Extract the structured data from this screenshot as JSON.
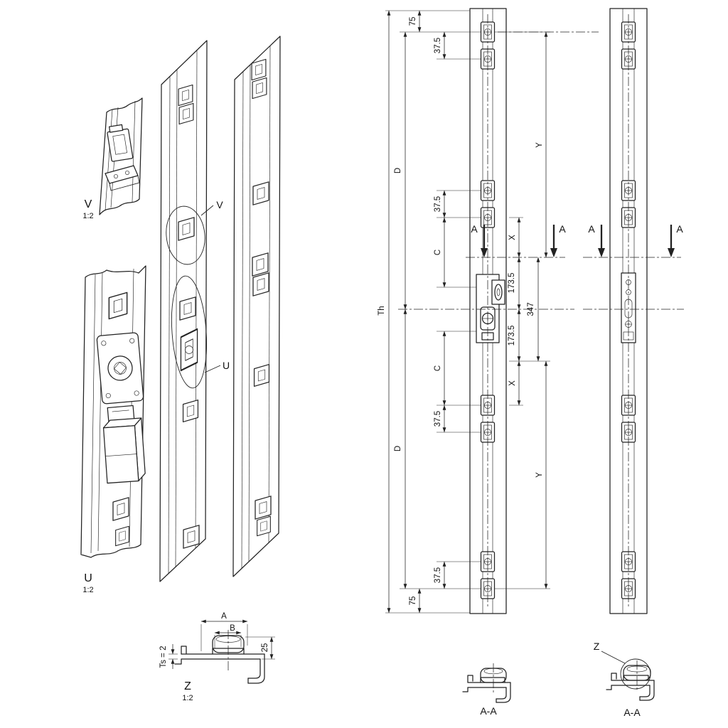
{
  "drawing": {
    "callouts": {
      "v": "V",
      "u": "U",
      "z": "Z"
    },
    "views": {
      "detail_v": {
        "label": "V",
        "scale": "1:2"
      },
      "detail_u": {
        "label": "U",
        "scale": "1:2"
      },
      "detail_z": {
        "label": "Z",
        "scale": "1:2"
      },
      "section_left": {
        "label": "A-A"
      },
      "section_right": {
        "label": "A-A"
      }
    },
    "section_arrow_label": "A",
    "dims": {
      "total_height": "Th",
      "edge_offset_top": "75",
      "edge_offset_bottom": "75",
      "screw_spacing_1": "37.5",
      "screw_spacing_2": "37.5",
      "screw_spacing_3": "37.5",
      "screw_spacing_4": "37.5",
      "d_upper": "D",
      "d_lower": "D",
      "c_upper": "C",
      "c_lower": "C",
      "x_upper": "X",
      "x_lower": "X",
      "y_upper": "Y",
      "y_lower": "Y",
      "half_span_upper": "173.5",
      "half_span_lower": "173.5",
      "full_span": "347",
      "profile_width_a": "A",
      "profile_width_b": "B",
      "profile_height": "25",
      "profile_thickness": "Ts = 2"
    }
  }
}
